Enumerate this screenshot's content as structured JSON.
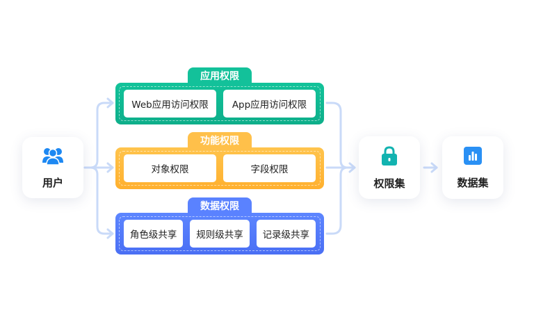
{
  "nodes": {
    "user": {
      "label": "用户",
      "icon": "users-icon"
    },
    "permission_set": {
      "label": "权限集",
      "icon": "lock-icon"
    },
    "dataset": {
      "label": "数据集",
      "icon": "bar-chart-icon"
    }
  },
  "groups": {
    "app": {
      "title": "应用权限",
      "items": [
        "Web应用访问权限",
        "App应用访问权限"
      ],
      "color": "#10BE96"
    },
    "function": {
      "title": "功能权限",
      "items": [
        "对象权限",
        "字段权限"
      ],
      "color": "#FFB83A"
    },
    "data": {
      "title": "数据权限",
      "items": [
        "角色级共享",
        "规则级共享",
        "记录级共享"
      ],
      "color": "#5278F7"
    }
  },
  "colors": {
    "connector": "#C9DAF8",
    "icon": "#1D88F2",
    "lock": "#12B3B0",
    "chart": "#2A90F4"
  }
}
